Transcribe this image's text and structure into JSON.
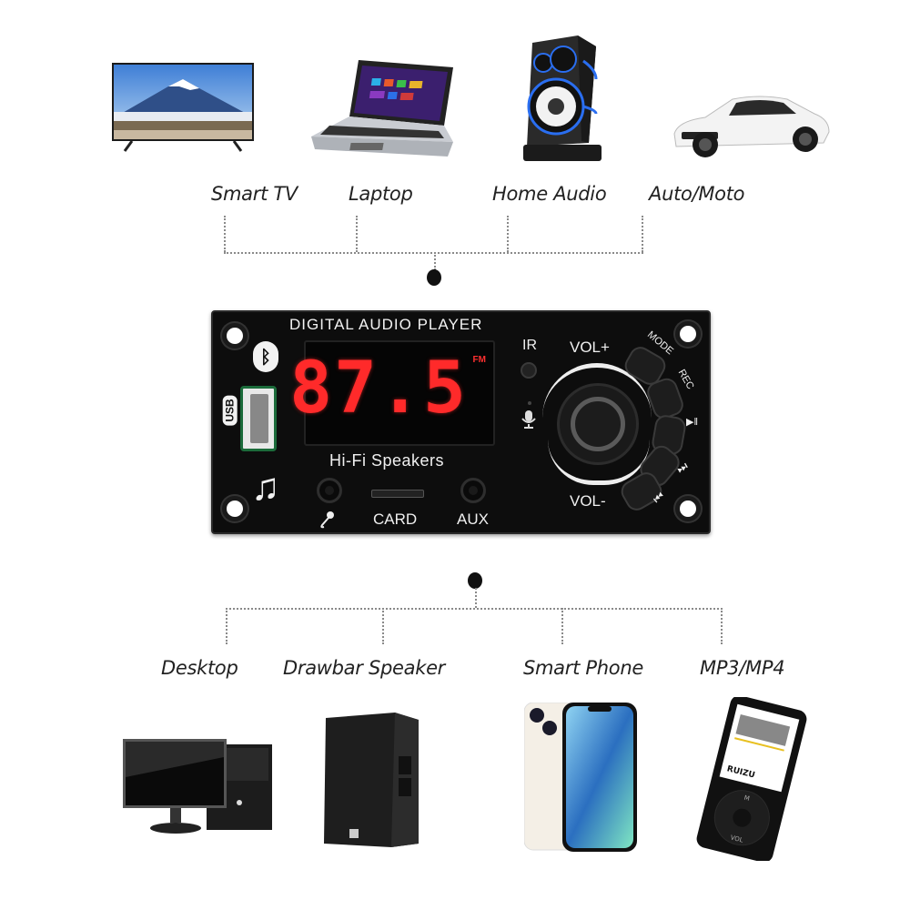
{
  "top_devices": [
    {
      "label": "Smart TV",
      "icon": "smart-tv-image"
    },
    {
      "label": "Laptop",
      "icon": "laptop-image"
    },
    {
      "label": "Home Audio",
      "icon": "home-audio-speaker-image"
    },
    {
      "label": "Auto/Moto",
      "icon": "sports-car-image"
    }
  ],
  "bottom_devices": [
    {
      "label": "Desktop",
      "icon": "desktop-computer-image"
    },
    {
      "label": "Drawbar Speaker",
      "icon": "drawbar-speaker-image"
    },
    {
      "label": "Smart Phone",
      "icon": "smartphone-image"
    },
    {
      "label": "MP3/MP4",
      "icon": "mp3-player-image"
    }
  ],
  "panel": {
    "title": "DIGITAL AUDIO PLAYER",
    "display_value": "87.5",
    "display_band": "FM",
    "subtitle": "Hi-Fi Speakers",
    "usb_label": "USB",
    "ir_label": "IR",
    "vol_up_label": "VOL+",
    "vol_down_label": "VOL-",
    "mode_label": "MODE",
    "rec_label": "REC",
    "card_label": "CARD",
    "aux_label": "AUX",
    "play_pause_icon": "▶‖",
    "next_icon": "⏭",
    "prev_icon": "⏮",
    "bluetooth_icon": "ᛒ",
    "music_note_icon": "♫",
    "mic_icon": "🎤",
    "colors": {
      "panel": "#0d0d0d",
      "digits": "#ff2a2a",
      "led_accent": "#1e7a4a"
    }
  },
  "mp3_screen": {
    "brand": "RUIZU",
    "center_button": "M",
    "vol_label": "VOL"
  }
}
